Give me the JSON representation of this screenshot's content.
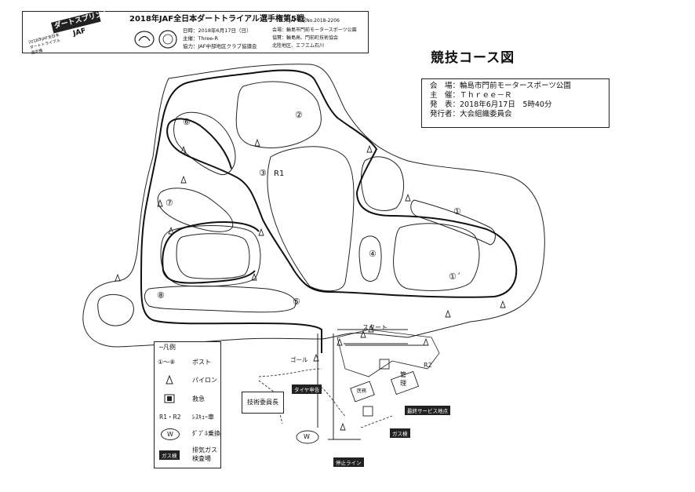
{
  "header": {
    "event_title": "2018年JAF全日本ダートトライアル選手権第5戦",
    "permit": "JAF公認No.2018-2206",
    "date_line": "日時：2018年6月17日（日）",
    "organizer_line": "主催：Three-R",
    "cooperation_line": "協力：JAF中部地区クラブ協議会",
    "venue_line": "会場：輪島市門前モータースポーツ公園",
    "sub_line_1": "協賛：輪島高、門前町技術協会",
    "sub_line_2": "北陸地区、エフエム石川",
    "badge_text": "ダートスプリント",
    "badge_sub": "JAF",
    "left_stamp_1": "2018年JAF全日本",
    "left_stamp_2": "ダートトライアル",
    "left_stamp_3": "選手権"
  },
  "map_title": "競技コース図",
  "info": {
    "rows": [
      {
        "key": "会　場",
        "value": "：輪島市門前モータースポーツ公園"
      },
      {
        "key": "主　催",
        "value": "：Ｔｈｒｅｅ－Ｒ"
      },
      {
        "key": "発　表",
        "value": "：2018年6月17日　5時40分"
      },
      {
        "key": "発行者",
        "value": "：大会組織委員会"
      }
    ]
  },
  "posts": {
    "p1": "①",
    "p1d": "①´",
    "p2": "②",
    "p3": "③",
    "r1": "R1",
    "p4": "④",
    "p5": "⑤",
    "p6": "⑥",
    "p7": "⑦",
    "p8": "⑧",
    "r2": "R2"
  },
  "labels": {
    "start": "スタート",
    "goal": "ゴール",
    "kanri": "管\n理",
    "kanri_1": "管",
    "kanri_2": "理",
    "engi": "医務",
    "tire_check": "タイヤ申告",
    "tech_committee": "技術委員長",
    "final_service": "最終サービス地点",
    "gas_check": "ガス検",
    "stop_line": "停止ライン",
    "w": "W"
  },
  "legend": {
    "title": "凡例",
    "items": [
      {
        "sym": "①～⑧",
        "label": "ポスト"
      },
      {
        "sym": "pylon",
        "label": "パイロン"
      },
      {
        "sym": "rescue",
        "label": "救急"
      },
      {
        "sym": "R1・R2",
        "label": "ﾚｽｷｭｰ車"
      },
      {
        "sym": "W",
        "label": "ﾀﾞﾌﾞﾙ乗換"
      },
      {
        "sym": "ガス検",
        "label": "排気ガス"
      },
      {
        "sym": "",
        "label": "検査場"
      }
    ]
  }
}
